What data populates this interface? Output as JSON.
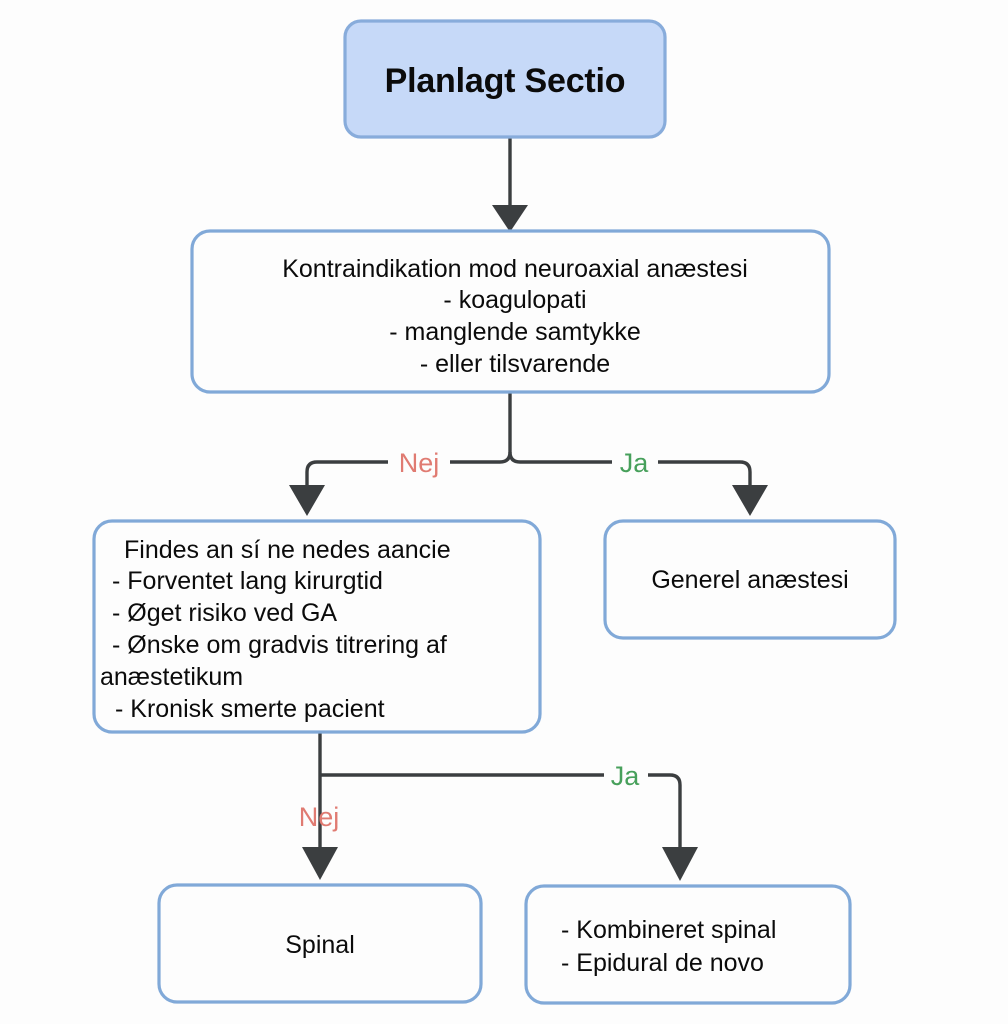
{
  "diagram": {
    "title": "Planlagt Sectio",
    "background_color": "#fdfdfd",
    "node_border_color": "#81a9d8",
    "node_fill_color": "#fdfdfd",
    "accent_fill_color": "#c6d9f8",
    "edge_color": "#3b3e40",
    "yes_label_color": "#47a05b",
    "no_label_color": "#e07b72"
  },
  "nodes": {
    "start": {
      "label": "Planlagt Sectio"
    },
    "contraindication": {
      "line1": "Kontraindikation mod neuroaxial anæstesi",
      "line2": "- koagulopati",
      "line3": "- manglende samtykke",
      "line4": "- eller tilsvarende"
    },
    "indication": {
      "line1": "Findes an sí ne nedes aancie",
      "line2": "- Forventet lang kirurgtid",
      "line3": "- Øget risiko ved GA",
      "line4": "- Ønske om gradvis titrering af",
      "line5": "anæstetikum",
      "line6": "- Kronisk smerte pacient"
    },
    "general_anesthesia": {
      "label": "Generel anæstesi"
    },
    "spinal": {
      "label": "Spinal"
    },
    "combined": {
      "line1": "- Kombineret spinal",
      "line2": "- Epidural de novo"
    }
  },
  "edges": {
    "contra_no": "Nej",
    "contra_yes": "Ja",
    "indication_no": "Nej",
    "indication_yes": "Ja"
  }
}
